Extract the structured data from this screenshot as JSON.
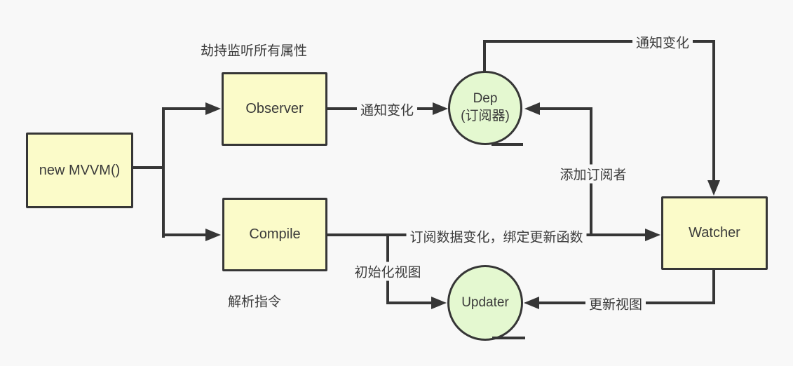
{
  "colors": {
    "background": "#f8f8f8",
    "box_fill": "#fbfbc9",
    "circle_fill": "#e4f8d0",
    "stroke": "#363636",
    "text": "#3a3a3a"
  },
  "nodes": {
    "mvvm": {
      "label": "new MVVM()"
    },
    "observer": {
      "label": "Observer"
    },
    "compile": {
      "label": "Compile"
    },
    "watcher": {
      "label": "Watcher"
    },
    "dep": {
      "line1": "Dep",
      "line2": "(订阅器)"
    },
    "updater": {
      "label": "Updater"
    }
  },
  "annotations": {
    "observer_note": "劫持监听所有属性",
    "compile_note": "解析指令"
  },
  "edges": {
    "observer_to_dep": "通知变化",
    "dep_to_watcher": "通知变化",
    "watcher_to_dep": "添加订阅者",
    "compile_to_watcher": "订阅数据变化，绑定更新函数",
    "compile_to_updater": "初始化视图",
    "watcher_to_updater": "更新视图"
  }
}
